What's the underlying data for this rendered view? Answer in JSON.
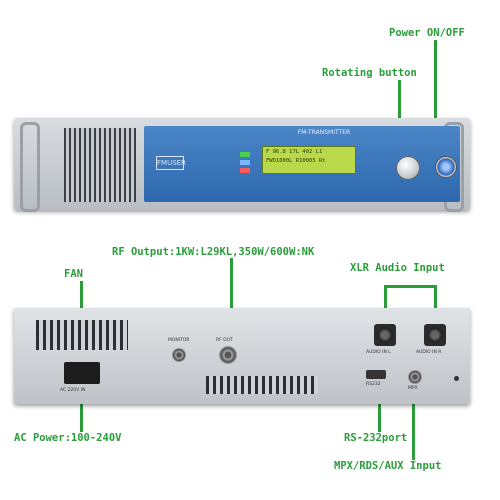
{
  "labels": {
    "power": "Power ON/OFF",
    "rotating": "Rotating button",
    "rf_output": "RF Output:1KW:L29KL,350W/600W:NK",
    "fan": "FAN",
    "xlr": "XLR Audio Input",
    "ac_power": "AC Power:100-240V",
    "rs232": "RS-232port",
    "mpx": "MPX/RDS/AUX Input"
  },
  "front_panel": {
    "title": "FM-TRANSMITTER",
    "logo": "FMUSER",
    "lcd_line1": "F 96.8 17L  402 L1",
    "lcd_line2": "FWD1000L R10005 Rt"
  },
  "rear_panel": {
    "ac_label": "AC 220V IN",
    "monitor_label": "MONITOR",
    "rf_out_label": "RF OUT",
    "audio_l_label": "AUDIO IN L",
    "audio_r_label": "AUDIO IN R",
    "rs232_label": "RS232",
    "mpx_label": "MPX"
  },
  "colors": {
    "accent": "#2a9d3a",
    "panel_blue": "#3a76bd",
    "lcd": "#b9d84a"
  }
}
